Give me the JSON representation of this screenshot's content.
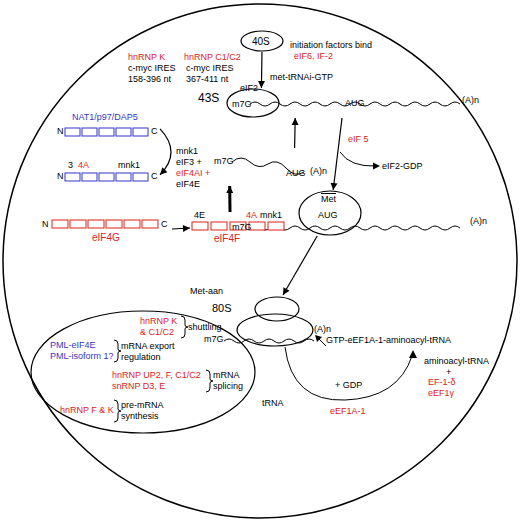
{
  "diagram": {
    "nodes": [
      {
        "text": [
          "40S"
        ]
      },
      {
        "text": [
          "43S",
          "met-tRNAi-GTP",
          "eIF2",
          "m7G",
          "AUG",
          "(A)n"
        ]
      },
      {
        "text": [
          "NAT1/p97/DAP5",
          "N",
          "C"
        ]
      },
      {
        "text": [
          "3",
          "4A",
          "mnk1",
          "N",
          "C"
        ]
      },
      {
        "text": [
          "m7G",
          "AUG",
          "(A)n"
        ]
      },
      {
        "text": [
          "eIF4G",
          "N",
          "C"
        ]
      },
      {
        "text": [
          "4E",
          "4A",
          "mnk1",
          "eIF4F"
        ]
      },
      {
        "text": [
          "Met",
          "AUG",
          "m7G",
          "(A)n"
        ]
      },
      {
        "text": [
          "Met-aan",
          "80S",
          "m7G",
          "(A)n"
        ]
      },
      {
        "text": [
          "PML-eIF4E",
          "PML-isoform 1?",
          "mRNA export regulation",
          "hnRNP K & C1/C2",
          "shuttling",
          "hnRNP UP2, F, C1/C2 snRNP D3, E",
          "mRNA splicing",
          "hnRNP F & K",
          "pre-mRNA synthesis"
        ]
      }
    ],
    "edges": [
      {
        "from": 0,
        "to": 1,
        "arrow": "to"
      },
      {
        "from": 2,
        "to": 3,
        "arrow": "to"
      },
      {
        "from": 5,
        "to": 6,
        "arrow": "to"
      },
      {
        "from": 6,
        "to": 4,
        "arrow": "to"
      },
      {
        "from": 4,
        "to": 1,
        "arrow": "to"
      },
      {
        "from": 1,
        "to": 7,
        "arrow": "to"
      },
      {
        "from": 7,
        "to": 8,
        "arrow": "to"
      }
    ],
    "labels": [
      "hnRNP K",
      "c-myc IRES 158-396 nt",
      "hnRNP C1/C2",
      "c-myc IRES 367-411 nt",
      "initiation factors bind",
      "eIF6, IF-2",
      "mnk1",
      "eIF3 +",
      "eIF4AI +",
      "eIF4E",
      "eIF 5",
      "eIF2-GDP",
      "GTP-eEF1A-1-aminoacyl-tRNA",
      "aminoacyl-tRNA",
      "+",
      "EF-1-δ",
      "eEF1γ",
      "tRNA",
      "+ GDP",
      "eEF1A-1"
    ]
  }
}
